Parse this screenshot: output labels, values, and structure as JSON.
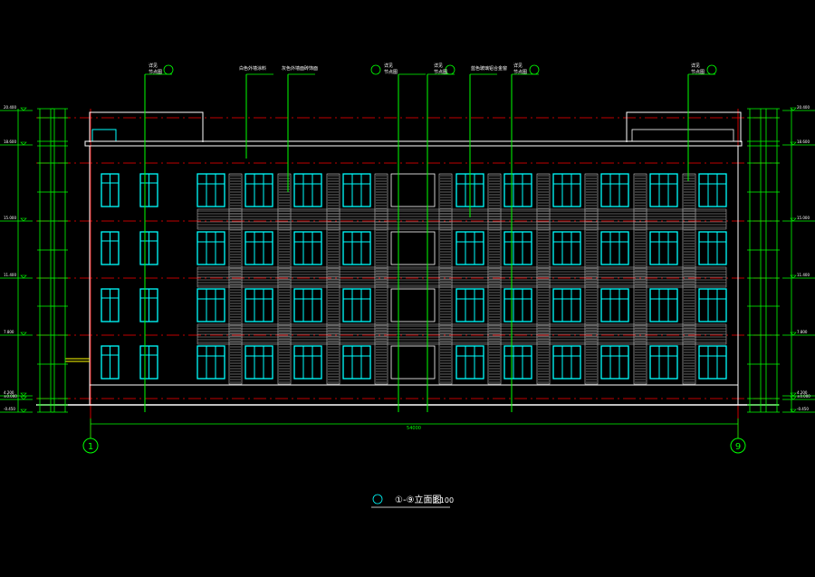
{
  "drawing": {
    "title": "①-⑨立面图 1:100",
    "title_prefix": "①-⑨立面图",
    "title_scale": "1:100"
  },
  "axes": [
    {
      "label": "1"
    },
    {
      "label": "9"
    }
  ],
  "overall_dimension": "54000",
  "annotations": [
    {
      "id": "ann-1",
      "line1": "详见",
      "line2": "节点图"
    },
    {
      "id": "ann-2",
      "line1": "白色外墙涂料"
    },
    {
      "id": "ann-3",
      "line1": "灰色外墙面砖饰面"
    },
    {
      "id": "ann-4",
      "line1": "详见",
      "line2": "节点图"
    },
    {
      "id": "ann-5",
      "line1": "详见",
      "line2": "节点图"
    },
    {
      "id": "ann-6",
      "line1": "蓝色玻璃铝合金窗"
    },
    {
      "id": "ann-7",
      "line1": "详见",
      "line2": "节点图"
    },
    {
      "id": "ann-8",
      "line1": "详见",
      "line2": "节点图"
    }
  ],
  "elevation_marks": [
    "20.400",
    "18.600",
    "15.000",
    "11.400",
    "7.800",
    "4.200",
    "±0.000",
    "-0.450"
  ],
  "colors": {
    "background": "#000000",
    "building_outline": "#ffffff",
    "window": "#00ffff",
    "leader": "#00ff00",
    "axis_line": "#ff0000",
    "level_line": "#ff0000",
    "dimension": "#00ff00",
    "louver": "#d0d0d0",
    "ramp": "#ffff00"
  }
}
